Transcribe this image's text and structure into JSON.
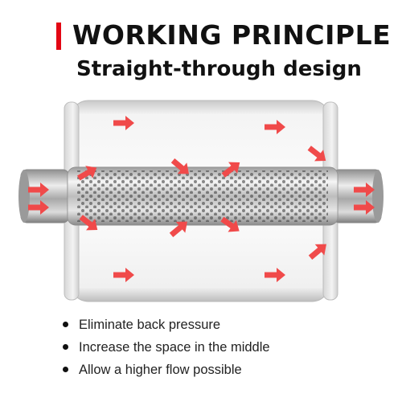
{
  "header": {
    "title": "WORKING PRINCIPLE",
    "subtitle": "Straight-through design",
    "accent_color": "#e30613"
  },
  "illustration": {
    "subject": "muffler cutaway with perforated core",
    "arrow_color": "#f04a4a",
    "arrow_icon": "flow-arrow-icon"
  },
  "features": [
    {
      "text": "Eliminate back pressure"
    },
    {
      "text": "Increase the space in the middle"
    },
    {
      "text": "Allow a higher flow possible"
    }
  ]
}
